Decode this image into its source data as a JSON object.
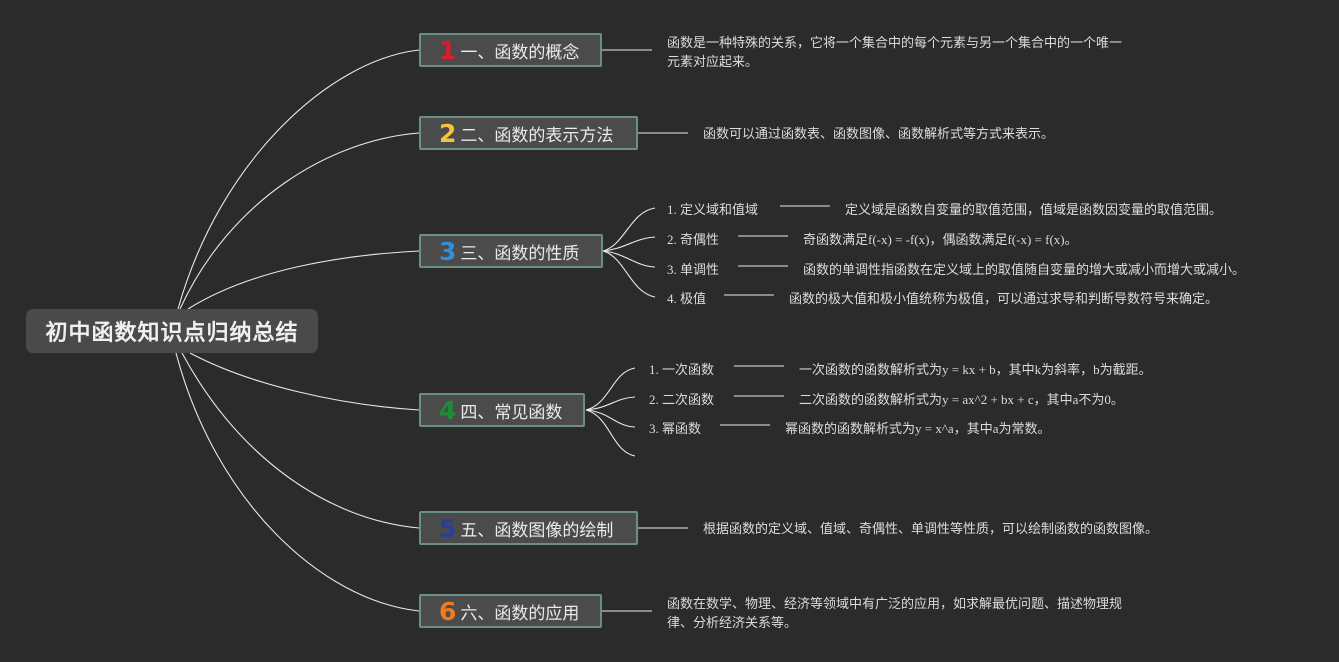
{
  "root": {
    "label": "初中函数知识点归纳总结"
  },
  "colors": {
    "background": "#2b2b2b",
    "topic_bg": "#4b4b4b",
    "topic_border": "#6a8f86",
    "connector": "#e8e8e8",
    "num1": "#d81e2e",
    "num2": "#f2c43c",
    "num3": "#2f8fd8",
    "num4": "#1f8c3a",
    "num5": "#2a3c9c",
    "num6": "#f07a1c"
  },
  "topics": [
    {
      "num": "1",
      "label": "一、函数的概念",
      "desc": [
        "函数是一种特殊的关系，它将一个集合中的每个元素与另一个集合中的一个唯一",
        "元素对应起来。"
      ]
    },
    {
      "num": "2",
      "label": "二、函数的表示方法",
      "desc": [
        "函数可以通过函数表、函数图像、函数解析式等方式来表示。"
      ]
    },
    {
      "num": "3",
      "label": "三、函数的性质",
      "subs": [
        {
          "label": "1. 定义域和值域",
          "desc": "定义域是函数自变量的取值范围，值域是函数因变量的取值范围。"
        },
        {
          "label": "2. 奇偶性",
          "desc": "奇函数满足f(-x) = -f(x)，偶函数满足f(-x) = f(x)。"
        },
        {
          "label": "3. 单调性",
          "desc": "函数的单调性指函数在定义域上的取值随自变量的增大或减小而增大或减小。"
        },
        {
          "label": "4. 极值",
          "desc": "函数的极大值和极小值统称为极值，可以通过求导和判断导数符号来确定。"
        }
      ]
    },
    {
      "num": "4",
      "label": "四、常见函数",
      "subs": [
        {
          "label": "1. 一次函数",
          "desc": "一次函数的函数解析式为y = kx + b，其中k为斜率，b为截距。"
        },
        {
          "label": "2. 二次函数",
          "desc": "二次函数的函数解析式为y = ax^2 + bx + c，其中a不为0。"
        },
        {
          "label": "3. 幂函数",
          "desc": "幂函数的函数解析式为y = x^a，其中a为常数。"
        },
        {
          "label": "",
          "desc": ""
        }
      ]
    },
    {
      "num": "5",
      "label": "五、函数图像的绘制",
      "desc": [
        "根据函数的定义域、值域、奇偶性、单调性等性质，可以绘制函数的函数图像。"
      ]
    },
    {
      "num": "6",
      "label": "六、函数的应用",
      "desc": [
        "函数在数学、物理、经济等领域中有广泛的应用，如求解最优问题、描述物理规",
        "律、分析经济关系等。"
      ]
    }
  ]
}
